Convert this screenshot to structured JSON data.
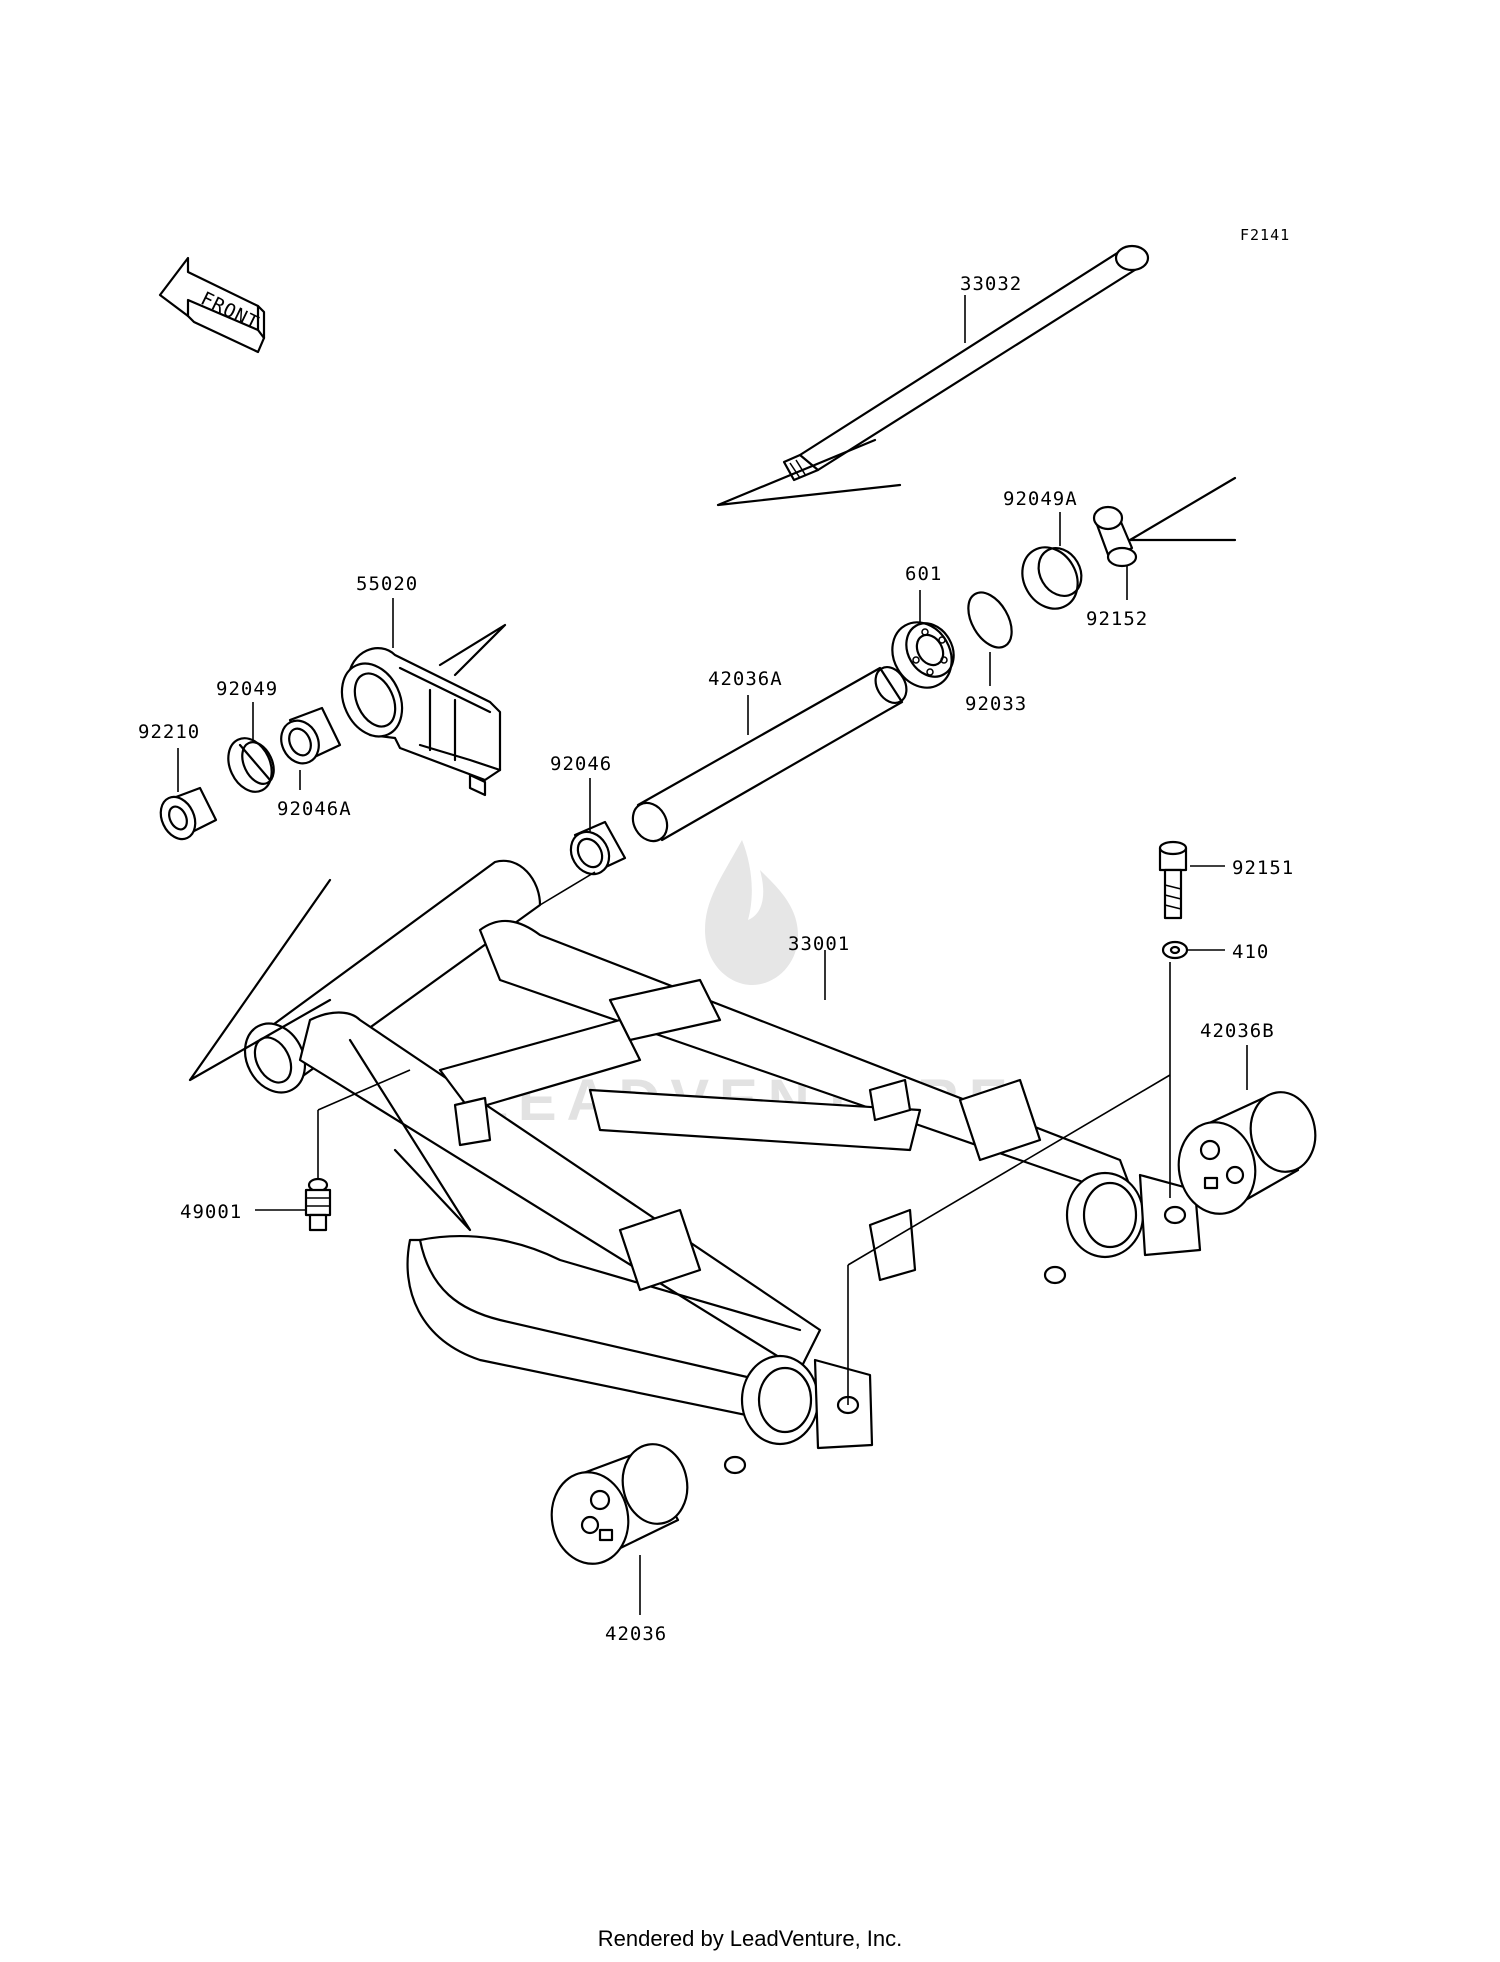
{
  "figure_code": "F2141",
  "front_label": "FRONT",
  "watermark": "LEADVENTURE",
  "footer": "Rendered by LeadVenture, Inc.",
  "labels": {
    "p33032": "33032",
    "p92049A": "92049A",
    "p92152": "92152",
    "p601": "601",
    "p92033": "92033",
    "p55020": "55020",
    "p42036A": "42036A",
    "p92049": "92049",
    "p92210": "92210",
    "p92046A": "92046A",
    "p92046": "92046",
    "p92151": "92151",
    "p410": "410",
    "p33001": "33001",
    "p42036B": "42036B",
    "p49001": "49001",
    "p42036": "42036"
  }
}
